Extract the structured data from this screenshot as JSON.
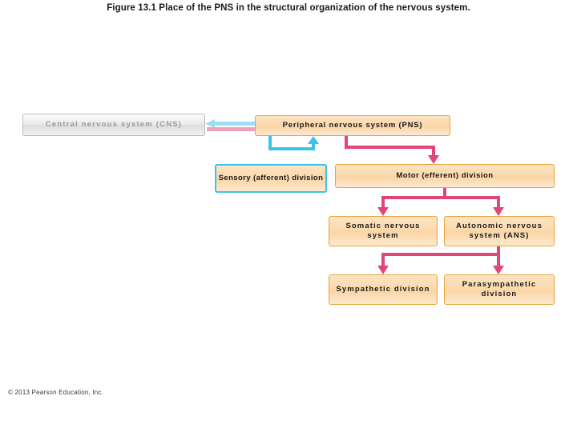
{
  "figure": {
    "title": "Figure 13.1 Place of the PNS in the structural organization of the nervous system."
  },
  "diagram": {
    "type": "hierarchy-flowchart",
    "boxes": {
      "cns": "Central nervous system (CNS)",
      "pns": "Peripheral nervous system (PNS)",
      "sensory": "Sensory (afferent) division",
      "motor": "Motor (efferent) division",
      "somatic": "Somatic nervous system",
      "autonomic": "Autonomic nervous system (ANS)",
      "sympathetic": "Sympathetic division",
      "parasympathetic": "Parasympathetic division"
    },
    "colors": {
      "cns_fill": "#e9e9e9",
      "cns_text": "#9a9a9a",
      "peach_fill": "#fbd8ab",
      "peach_border": "#e8a33d",
      "sensory_border": "#3fc2e8",
      "arrow_blue": "#3fc2e8",
      "arrow_pink": "#e0457b",
      "text": "#1a1a1a"
    },
    "arrows": [
      {
        "name": "sensory-to-cns",
        "color": "#3fc2e8",
        "direction": "left"
      },
      {
        "name": "cns-to-motor",
        "color": "#e0457b",
        "direction": "right"
      },
      {
        "name": "pns-to-sensory",
        "color": "#3fc2e8",
        "direction": "up"
      },
      {
        "name": "pns-to-motor",
        "color": "#e0457b",
        "direction": "down"
      },
      {
        "name": "motor-to-somatic",
        "color": "#e0457b",
        "direction": "down"
      },
      {
        "name": "motor-to-autonomic",
        "color": "#e0457b",
        "direction": "down"
      },
      {
        "name": "autonomic-to-sympathetic",
        "color": "#e0457b",
        "direction": "down"
      },
      {
        "name": "autonomic-to-parasympathetic",
        "color": "#e0457b",
        "direction": "down"
      }
    ]
  },
  "footer": {
    "copyright": "© 2013 Pearson Education, Inc."
  }
}
